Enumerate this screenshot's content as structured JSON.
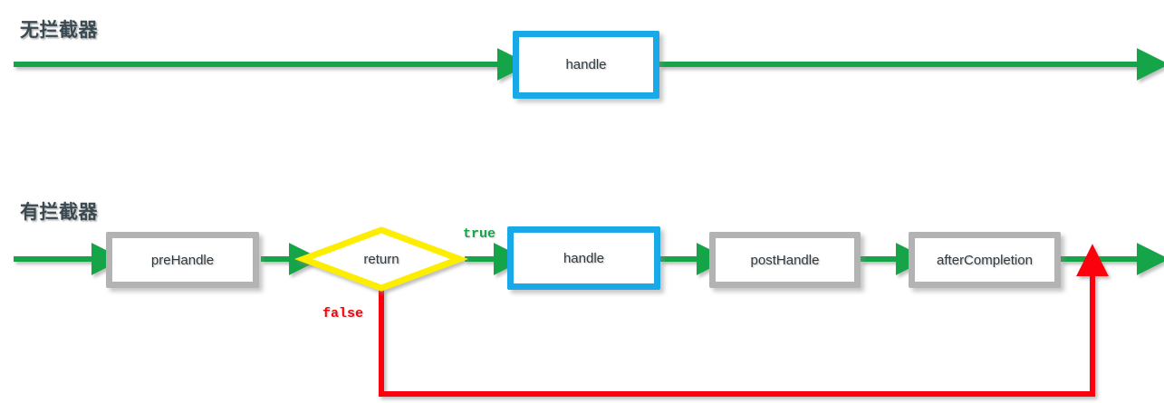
{
  "diagram": {
    "type": "flowchart",
    "title_top": "无拦截器",
    "title_bottom": "有拦截器",
    "colors": {
      "flow_green": "#14a44a",
      "handle_blue": "#19a8e8",
      "box_gray": "#b3b3b3",
      "decision_yellow": "#fdee00",
      "false_red": "#fb0007",
      "title_text": "#3b4a52",
      "node_text": "#2f3a40"
    },
    "rows": [
      {
        "name": "no-interceptor",
        "title": "无拦截器",
        "nodes": [
          {
            "id": "handle-top",
            "label": "handle",
            "style": "blue"
          }
        ],
        "edges": [
          {
            "from": "start",
            "to": "handle-top",
            "color": "#14a44a",
            "label": ""
          },
          {
            "from": "handle-top",
            "to": "end",
            "color": "#14a44a",
            "label": ""
          }
        ]
      },
      {
        "name": "with-interceptor",
        "title": "有拦截器",
        "nodes": [
          {
            "id": "preHandle",
            "label": "preHandle",
            "style": "gray"
          },
          {
            "id": "return",
            "label": "return",
            "style": "decision"
          },
          {
            "id": "handle-bottom",
            "label": "handle",
            "style": "blue"
          },
          {
            "id": "postHandle",
            "label": "postHandle",
            "style": "gray"
          },
          {
            "id": "afterCompletion",
            "label": "afterCompletion",
            "style": "gray"
          }
        ],
        "edges": [
          {
            "from": "start",
            "to": "preHandle",
            "color": "#14a44a",
            "label": ""
          },
          {
            "from": "preHandle",
            "to": "return",
            "color": "#14a44a",
            "label": ""
          },
          {
            "from": "return",
            "to": "handle-bottom",
            "color": "#14a44a",
            "label": "true"
          },
          {
            "from": "handle-bottom",
            "to": "postHandle",
            "color": "#14a44a",
            "label": ""
          },
          {
            "from": "postHandle",
            "to": "afterCompletion",
            "color": "#14a44a",
            "label": ""
          },
          {
            "from": "afterCompletion",
            "to": "end",
            "color": "#14a44a",
            "label": ""
          },
          {
            "from": "return",
            "to": "exit-join",
            "color": "#fb0007",
            "label": "false"
          }
        ]
      }
    ],
    "labels": {
      "true": "true",
      "false": "false"
    }
  }
}
